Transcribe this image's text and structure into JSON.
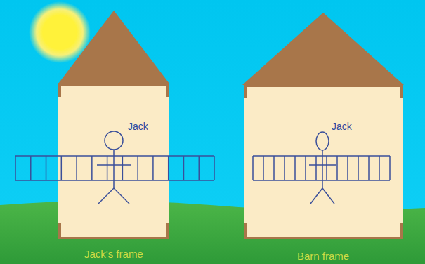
{
  "diagram": {
    "labels": [
      "Jack",
      "Jack's frame",
      "Jack",
      "Barn frame"
    ]
  }
}
